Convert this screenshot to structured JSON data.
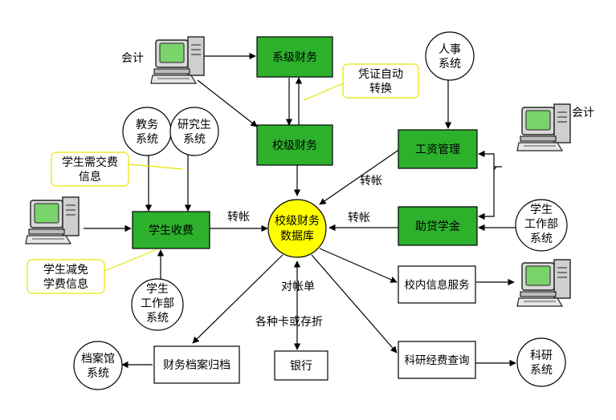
{
  "nodes": {
    "dept_finance": "系级财务",
    "school_finance": "校级财务",
    "payroll": "工资管理",
    "student_fees": "学生收费",
    "loan_aid": "助贷学金",
    "central_db_line1": "校级财务",
    "central_db_line2": "数据库",
    "campus_info": "校内信息服务",
    "research_query": "科研经费查询",
    "archive": "财务档案归档",
    "bank": "银行",
    "hr_line1": "人事",
    "hr_line2": "系统",
    "academic_line1": "教务",
    "academic_line2": "系统",
    "graduate_line1": "研究生",
    "graduate_line2": "系统",
    "student_affairs_right_line1": "学生",
    "student_affairs_right_line2": "工作部",
    "student_affairs_right_line3": "系统",
    "student_affairs_left_line1": "学生",
    "student_affairs_left_line2": "工作部",
    "student_affairs_left_line3": "系统",
    "archives_sys_line1": "档案馆",
    "archives_sys_line2": "系统",
    "research_sys_line1": "科研",
    "research_sys_line2": "系统"
  },
  "callouts": {
    "voucher_line1": "凭证自动",
    "voucher_line2": "转换",
    "fees_due_line1": "学生需交费",
    "fees_due_line2": "信息",
    "fee_reduction_line1": "学生减免",
    "fee_reduction_line2": "学费信息"
  },
  "labels": {
    "accountant_top": "会计",
    "accountant_right": "会计",
    "transfer_left": "转帐",
    "transfer_payroll": "转帐",
    "transfer_loan": "转帐",
    "statement": "对帐单",
    "cards": "各种卡或存折"
  },
  "colors": {
    "process_fill": "#2db12d",
    "database_fill": "#ffff00",
    "callout_border": "#e6e600",
    "arrow": "#000000"
  }
}
